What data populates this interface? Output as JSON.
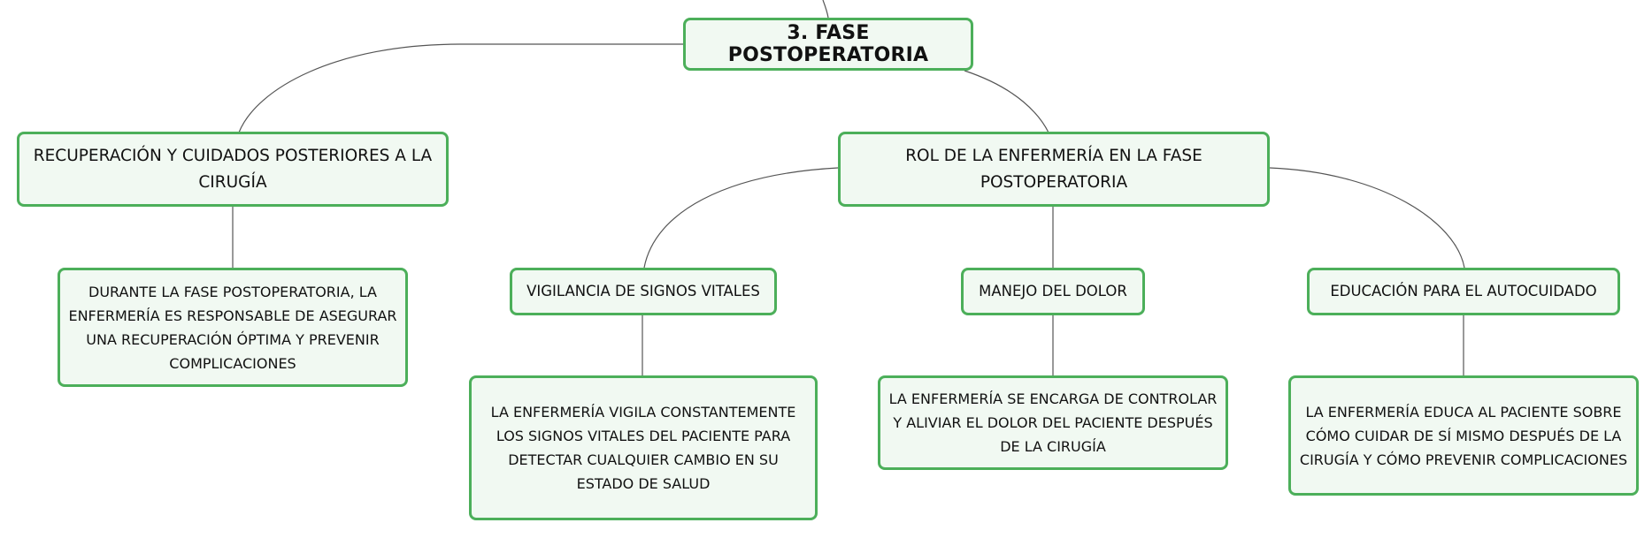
{
  "diagram": {
    "main": "3. FASE POSTOPERATORIA",
    "recovery": "RECUPERACIÓN Y CUIDADOS POSTERIORES A LA CIRUGÍA",
    "recovery_detail": "DURANTE LA FASE POSTOPERATORIA, LA ENFERMERÍA ES RESPONSABLE DE ASEGURAR UNA RECUPERACIÓN ÓPTIMA Y PREVENIR COMPLICACIONES",
    "nursing_role": "ROL DE LA ENFERMERÍA EN LA FASE POSTOPERATORIA",
    "vitals": "VIGILANCIA DE SIGNOS VITALES",
    "vitals_detail": "LA ENFERMERÍA VIGILA CONSTANTEMENTE LOS SIGNOS VITALES DEL PACIENTE PARA DETECTAR CUALQUIER CAMBIO EN SU ESTADO DE SALUD",
    "pain": "MANEJO DEL DOLOR",
    "pain_detail": "LA ENFERMERÍA SE ENCARGA DE CONTROLAR Y ALIVIAR EL DOLOR DEL PACIENTE DESPUÉS DE LA CIRUGÍA",
    "education": "EDUCACIÓN PARA EL AUTOCUIDADO",
    "education_detail": "LA ENFERMERÍA EDUCA AL PACIENTE SOBRE CÓMO CUIDAR DE SÍ MISMO DESPUÉS DE LA CIRUGÍA Y CÓMO PREVENIR COMPLICACIONES"
  },
  "colors": {
    "node_border": "#4caf5a",
    "node_fill": "#f1f9f2",
    "connector": "#555555",
    "text": "#111111"
  }
}
